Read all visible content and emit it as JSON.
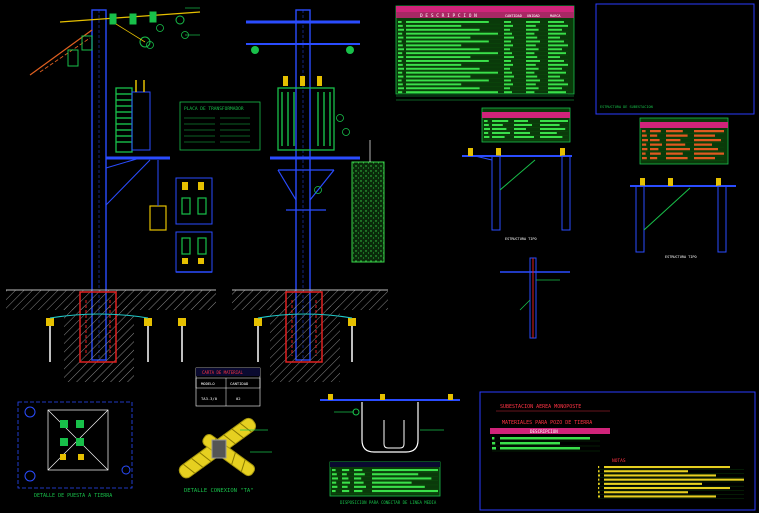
{
  "colors": {
    "background": "#000000",
    "pole": "#2a4cff",
    "transformer": "#18c04a",
    "annotation": "#18c04a",
    "hatch": "#9a9a9a",
    "conductor": "#e02020",
    "insulator": "#e6c000",
    "table_header": "#d0247a",
    "table_row": "#1aa82a",
    "table_text": "#ffffff",
    "title_text": "#ff3344",
    "concrete": "#39d64a",
    "frame": "#2a3cff",
    "ground_wire": "#20c8c8",
    "connector": "#e6d020"
  },
  "texts": {
    "ground_detail_title": "DETALLE DE PUESTA A TIERRA",
    "connector_detail_title": "DETALLE CONEXION \"TA\"",
    "connector_table_title": "CARTA DE MATERIAL",
    "connector_table_col1": "MODELO",
    "connector_table_col2": "CANTIDAD",
    "connector_table_val1": "TA3-3/0",
    "connector_table_val2": "02",
    "grounding_title": "DISPOSICION PARA CONECTAR DE LINEA MEDIA",
    "materials_title": "MATERIALES PARA POZO DE TIERRA",
    "materials_desc": "DESCRIPCION",
    "notes_title": "NOTAS",
    "top_table_desc": "D E S C R I P C I O N",
    "top_table_qty": "CANTIDAD",
    "top_table_unit": "UNIDAD",
    "top_table_brand": "MARCA",
    "plate_title": "PLACA DE TRANSFORMADOR",
    "detail_a": "ESTRUCTURA TIPO",
    "detail_b": "ESTRUCTURA TIPO",
    "frame_note": "ESTRUCTURA DE SUBESTACION",
    "materials_sub": "SUBESTACION AEREA MONOPOSTE"
  }
}
